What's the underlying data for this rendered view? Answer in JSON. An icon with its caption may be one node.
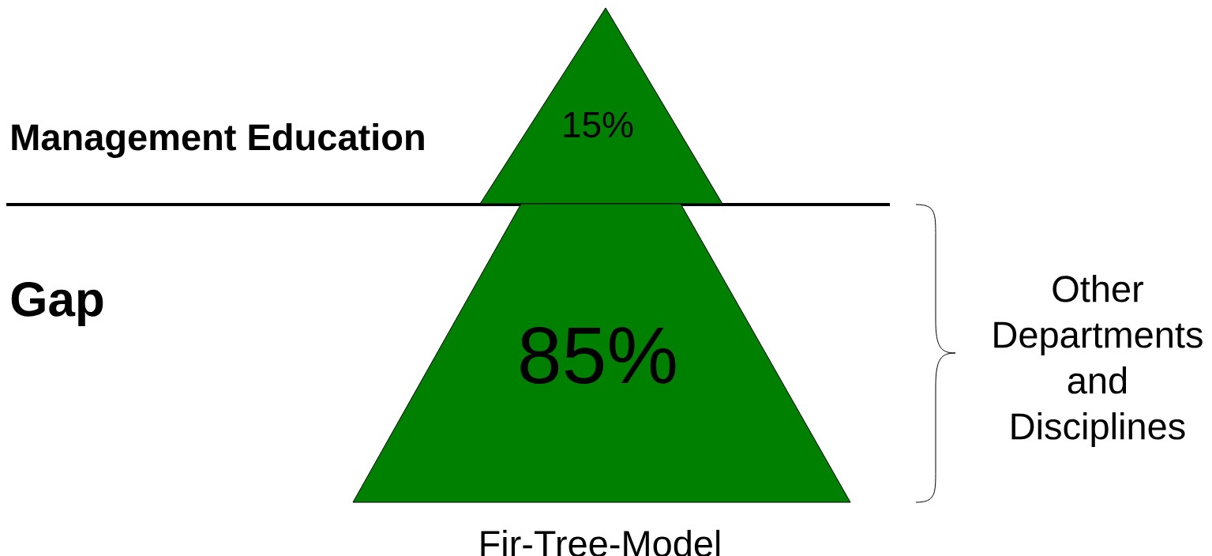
{
  "diagram": {
    "caption": "Fir-Tree-Model",
    "nodes": [
      {
        "text": [
          "15%"
        ]
      },
      {
        "text": [
          "85%"
        ]
      }
    ],
    "labels": [
      "Management Education",
      "Gap",
      "Other Departments and Disciplines"
    ]
  }
}
